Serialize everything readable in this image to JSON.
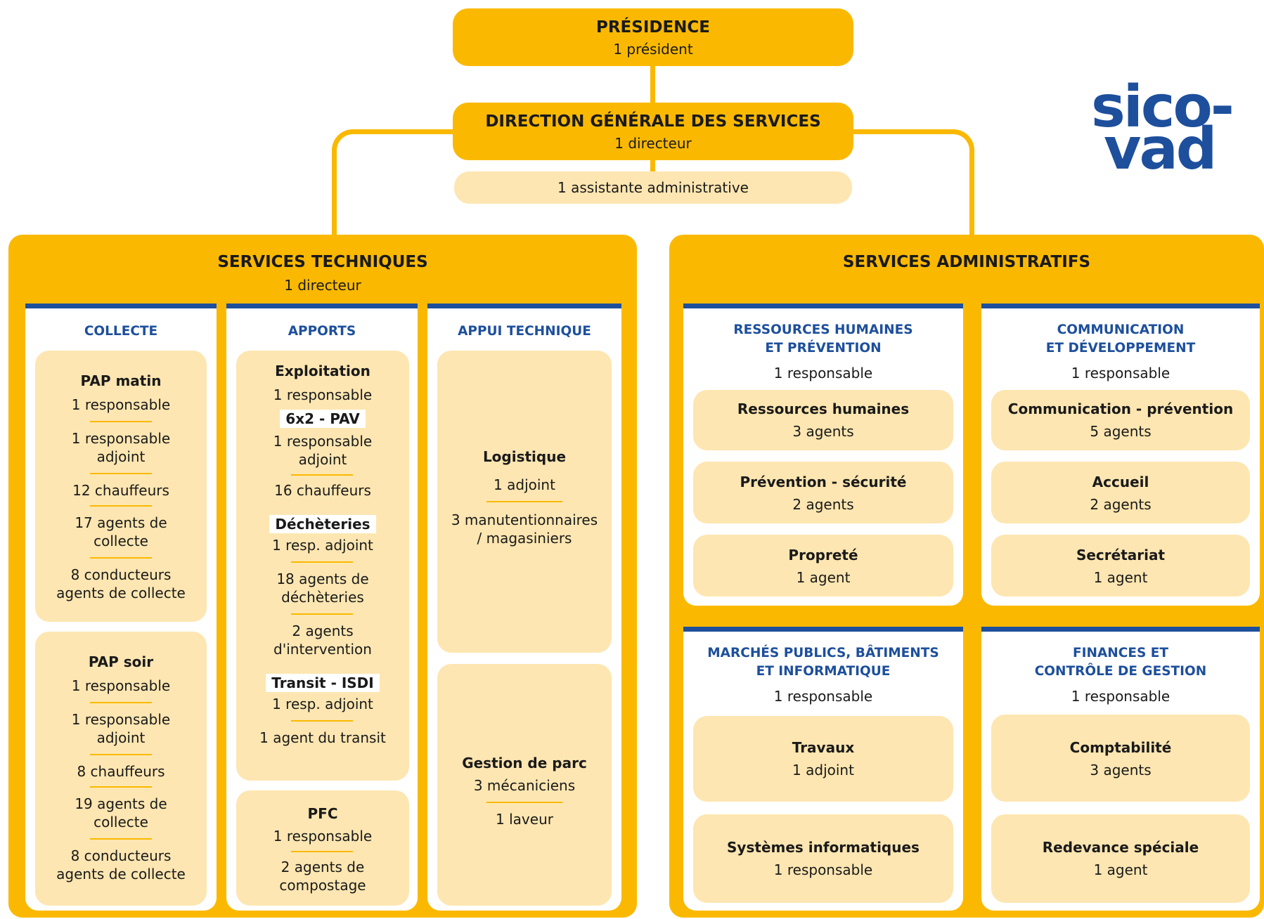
{
  "presidence": {
    "title": "PRÉSIDENCE",
    "sub": "1 président"
  },
  "dgs": {
    "title": "DIRECTION GÉNÉRALE DES SERVICES",
    "sub": "1 directeur",
    "assistant": "1 assistante administrative"
  },
  "logo": {
    "line1": "sico-",
    "line2": "vad"
  },
  "tech": {
    "title": "SERVICES TECHNIQUES",
    "sub": "1 directeur",
    "collecte": {
      "title": "COLLECTE",
      "matin": {
        "title": "PAP matin",
        "l1": "1 responsable",
        "l2a": "1 responsable",
        "l2b": "adjoint",
        "l3": "12 chauffeurs",
        "l4a": "17 agents de",
        "l4b": "collecte",
        "l5a": "8 conducteurs",
        "l5b": "agents de collecte"
      },
      "soir": {
        "title": "PAP soir",
        "l1": "1 responsable",
        "l2a": "1 responsable",
        "l2b": "adjoint",
        "l3": "8 chauffeurs",
        "l4a": "19 agents de",
        "l4b": "collecte",
        "l5a": "8 conducteurs",
        "l5b": "agents de collecte"
      }
    },
    "apports": {
      "title": "APPORTS",
      "exploitation": {
        "title": "Exploitation",
        "l1": "1 responsable",
        "tag1": "6x2 - PAV",
        "l2a": "1 responsable",
        "l2b": "adjoint",
        "l3": "16 chauffeurs",
        "tag2": "Déchèteries",
        "l4": "1 resp. adjoint",
        "l5a": "18 agents de",
        "l5b": "déchèteries",
        "l6a": "2 agents",
        "l6b": "d'intervention",
        "tag3": "Transit - ISDI",
        "l7": "1 resp. adjoint",
        "l8": "1 agent du transit"
      },
      "pfc": {
        "title": "PFC",
        "l1": "1 responsable",
        "l2a": "2 agents de",
        "l2b": "compostage"
      }
    },
    "appui": {
      "title": "APPUI TECHNIQUE",
      "logistique": {
        "title": "Logistique",
        "l1": "1 adjoint",
        "l2a": "3 manutentionnaires",
        "l2b": "/ magasiniers"
      },
      "parc": {
        "title": "Gestion de parc",
        "l1": "3 mécaniciens",
        "l2": "1 laveur"
      }
    }
  },
  "admin": {
    "title": "SERVICES ADMINISTRATIFS",
    "rh": {
      "title1": "RESSOURCES HUMAINES",
      "title2": "ET PRÉVENTION",
      "sub": "1 responsable",
      "cards": [
        {
          "title": "Ressources humaines",
          "value": "3 agents"
        },
        {
          "title": "Prévention - sécurité",
          "value": "2 agents"
        },
        {
          "title": "Propreté",
          "value": "1 agent"
        }
      ]
    },
    "com": {
      "title1": "COMMUNICATION",
      "title2": "ET DÉVELOPPEMENT",
      "sub": "1 responsable",
      "cards": [
        {
          "title": "Communication - prévention",
          "value": "5 agents"
        },
        {
          "title": "Accueil",
          "value": "2 agents"
        },
        {
          "title": "Secrétariat",
          "value": "1 agent"
        }
      ]
    },
    "marches": {
      "title1": "MARCHÉS PUBLICS, BÂTIMENTS",
      "title2": "ET INFORMATIQUE",
      "sub": "1 responsable",
      "cards": [
        {
          "title": "Travaux",
          "value": "1 adjoint"
        },
        {
          "title": "Systèmes informatiques",
          "value": "1 responsable"
        }
      ]
    },
    "finances": {
      "title1": "FINANCES ET",
      "title2": "CONTRÔLE DE GESTION",
      "sub": "1 responsable",
      "cards": [
        {
          "title": "Comptabilité",
          "value": "3 agents"
        },
        {
          "title": "Redevance spéciale",
          "value": "1 agent"
        }
      ]
    }
  }
}
